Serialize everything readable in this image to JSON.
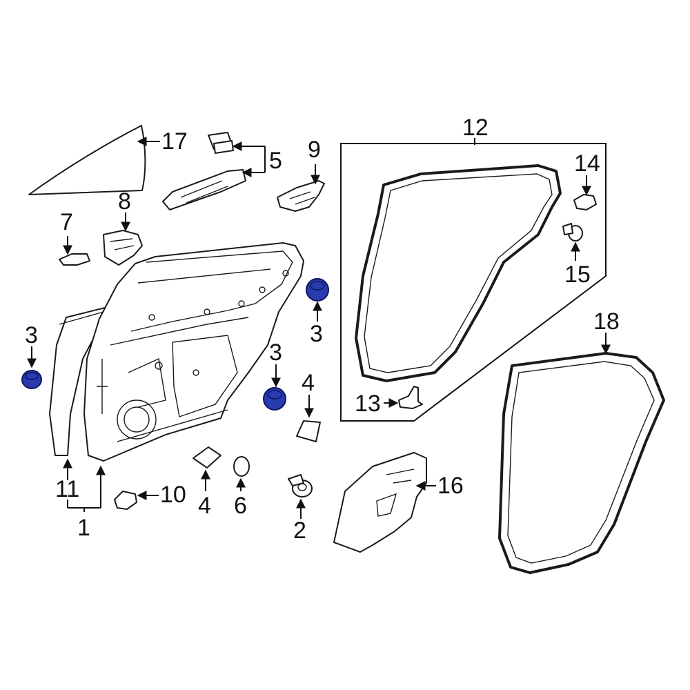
{
  "colors": {
    "highlight": "#2a3bb0",
    "line": "#111111",
    "background": "#ffffff"
  },
  "callouts": {
    "c1": "1",
    "c2": "2",
    "c3a": "3",
    "c3b": "3",
    "c3c": "3",
    "c4a": "4",
    "c4b": "4",
    "c5": "5",
    "c6": "6",
    "c7": "7",
    "c8": "8",
    "c9": "9",
    "c10": "10",
    "c11": "11",
    "c12": "12",
    "c13": "13",
    "c14": "14",
    "c15": "15",
    "c16": "16",
    "c17": "17",
    "c18": "18"
  },
  "highlighted_parts": [
    "3"
  ]
}
